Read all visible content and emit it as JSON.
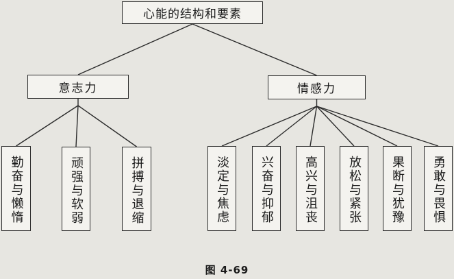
{
  "diagram": {
    "root": "心能的结构和要素",
    "branches": [
      {
        "label": "意志力",
        "children": [
          "勤奋与懒惰",
          "顽强与软弱",
          "拼搏与退缩"
        ]
      },
      {
        "label": "情感力",
        "children": [
          "淡定与焦虑",
          "兴奋与抑郁",
          "高兴与沮丧",
          "放松与紧张",
          "果断与犹豫",
          "勇敢与畏惧"
        ]
      }
    ],
    "caption": "图 4-69",
    "colors": {
      "line": "#2a2a2a",
      "box_bg": "#f4f3ef",
      "page_bg": "#e7e6e1"
    }
  }
}
